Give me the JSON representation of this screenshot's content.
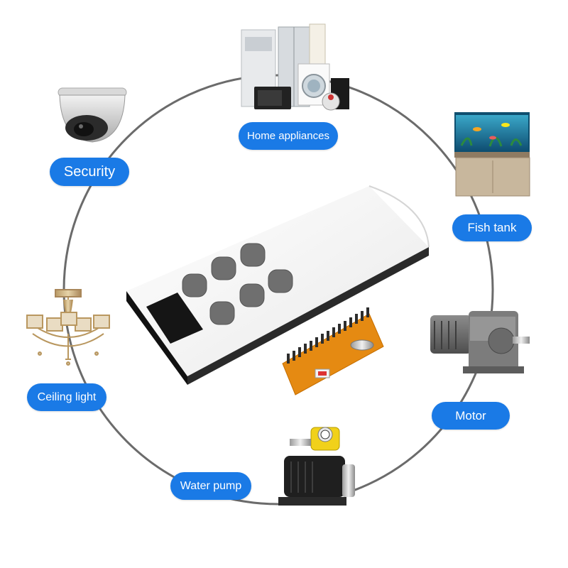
{
  "colors": {
    "accent": "#1a7ae6",
    "ring": "#6b6b6b",
    "label_text": "#ffffff",
    "background": "#ffffff"
  },
  "center": {
    "remote_control": {
      "icon": "remote-control-icon",
      "button_count": 6
    },
    "receiver_module": {
      "icon": "receiver-board-icon"
    }
  },
  "applications": [
    {
      "label": "Home appliances",
      "icon": "home-appliances-icon"
    },
    {
      "label": "Fish tank",
      "icon": "fish-tank-icon"
    },
    {
      "label": "Motor",
      "icon": "motor-icon"
    },
    {
      "label": "Water pump",
      "icon": "water-pump-icon"
    },
    {
      "label": "Ceiling light",
      "icon": "ceiling-light-icon"
    },
    {
      "label": "Security",
      "icon": "security-camera-icon"
    }
  ]
}
